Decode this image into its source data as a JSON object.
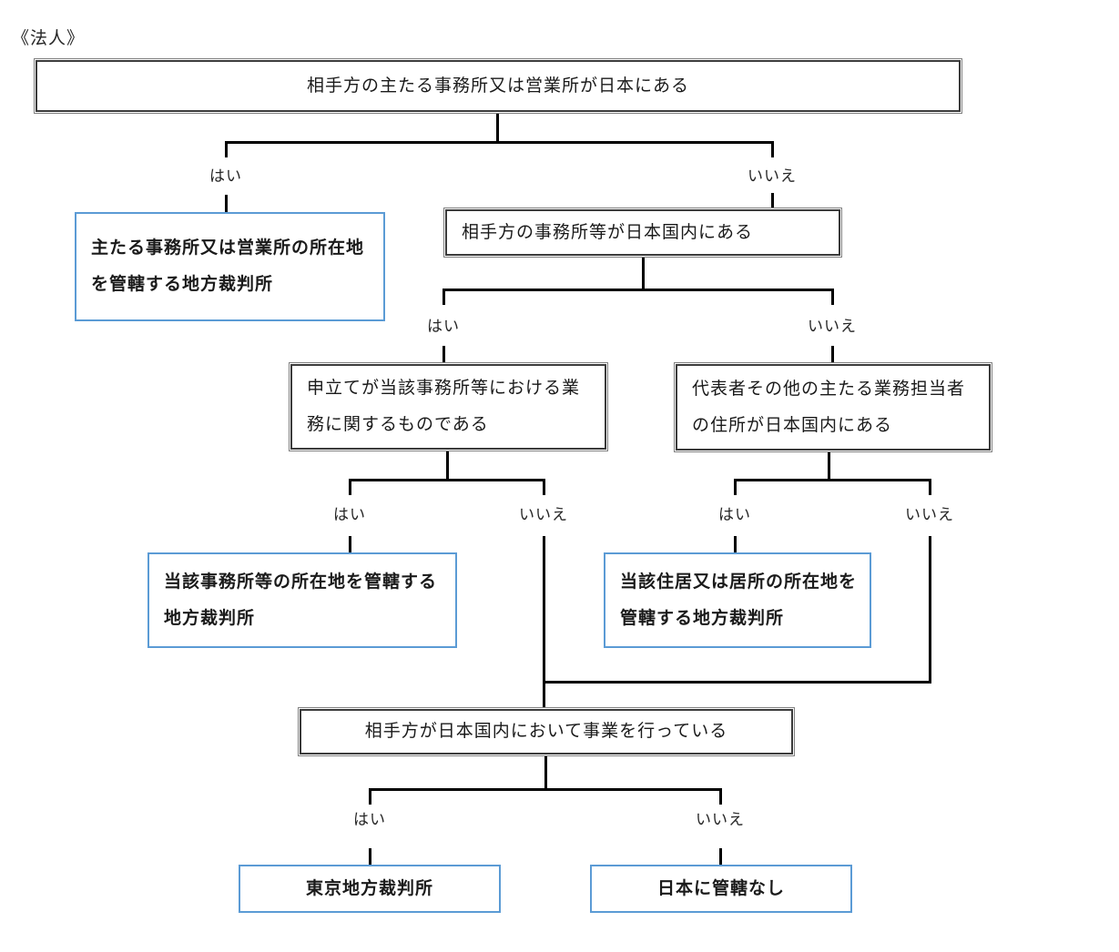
{
  "title": "《法人》",
  "branch_labels": {
    "yes": "はい",
    "no": "いいえ"
  },
  "colors": {
    "result_box_border": "#5b9bd5",
    "decision_box_outer": "#808080",
    "decision_box_inner": "#3b3b3b",
    "connector": "#000000",
    "text": "#1a1a1a"
  },
  "nodes": {
    "q1": {
      "type": "decision",
      "text": "相手方の主たる事務所又は営業所が日本にある"
    },
    "r_head_office": {
      "type": "result",
      "line1": "主たる事務所又は営業所の所在地",
      "line2": "を管轄する地方裁判所"
    },
    "q2": {
      "type": "decision",
      "text": "相手方の事務所等が日本国内にある"
    },
    "q3": {
      "type": "decision",
      "line1": "申立てが当該事務所等における業",
      "line2": "務に関するものである"
    },
    "q4": {
      "type": "decision",
      "line1": "代表者その他の主たる業務担当者",
      "line2": "の住所が日本国内にある"
    },
    "r_office_location": {
      "type": "result",
      "line1": "当該事務所等の所在地を管轄する",
      "line2": "地方裁判所"
    },
    "r_residence": {
      "type": "result",
      "line1": "当該住居又は居所の所在地を",
      "line2": "管轄する地方裁判所"
    },
    "q5": {
      "type": "decision",
      "text": "相手方が日本国内において事業を行っている"
    },
    "r_tokyo": {
      "type": "result",
      "text": "東京地方裁判所"
    },
    "r_no_jurisdiction": {
      "type": "result",
      "text": "日本に管轄なし"
    }
  }
}
